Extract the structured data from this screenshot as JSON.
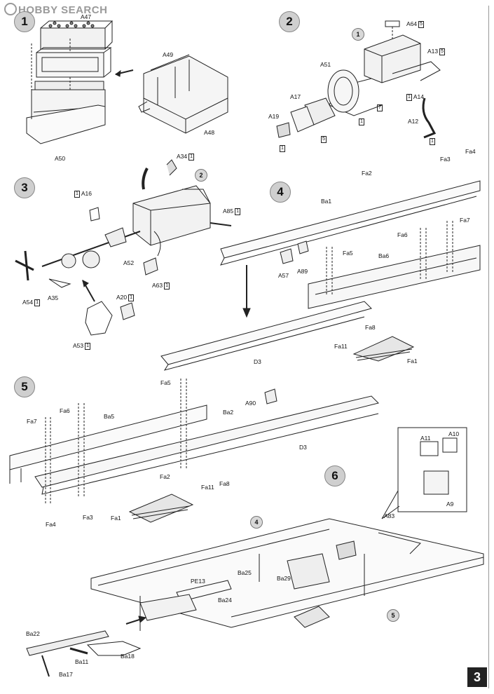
{
  "watermark": "HOBBY SEARCH",
  "page_number": "3",
  "steps": [
    "1",
    "2",
    "3",
    "4",
    "5",
    "6"
  ],
  "step1": {
    "parts": [
      "A47",
      "A49",
      "A48",
      "A50"
    ]
  },
  "step2": {
    "sub": "1",
    "parts": [
      "A64",
      "A13",
      "A51",
      "A17",
      "A19",
      "A14",
      "A12"
    ],
    "boxes": [
      "5",
      "5",
      "1",
      "1",
      "7",
      "5",
      "1",
      "1"
    ]
  },
  "step3": {
    "sub": "2",
    "parts": [
      "A34",
      "A16",
      "A85",
      "A52",
      "A63",
      "A54",
      "A35",
      "A20",
      "A53"
    ],
    "box": "1"
  },
  "step4": {
    "parts": [
      "Ba1",
      "Fa2",
      "Fa3",
      "Fa4",
      "Fa6",
      "Fa7",
      "Fa5",
      "Ba6",
      "A57",
      "A89",
      "Fa8",
      "Fa11",
      "D3",
      "Fa1"
    ]
  },
  "step5": {
    "parts": [
      "Fa5",
      "Fa6",
      "Fa7",
      "Ba5",
      "Ba2",
      "A90",
      "D3",
      "Fa2",
      "Fa11",
      "Fa8",
      "Fa4",
      "Fa3",
      "Fa1"
    ]
  },
  "step6": {
    "sub_a": "4",
    "sub_b": "5",
    "parts": [
      "A11",
      "A10",
      "A9",
      "A83",
      "Ba25",
      "PE13",
      "Ba29",
      "Ba24",
      "Ba22",
      "Ba11",
      "Ba18",
      "Ba17"
    ]
  }
}
